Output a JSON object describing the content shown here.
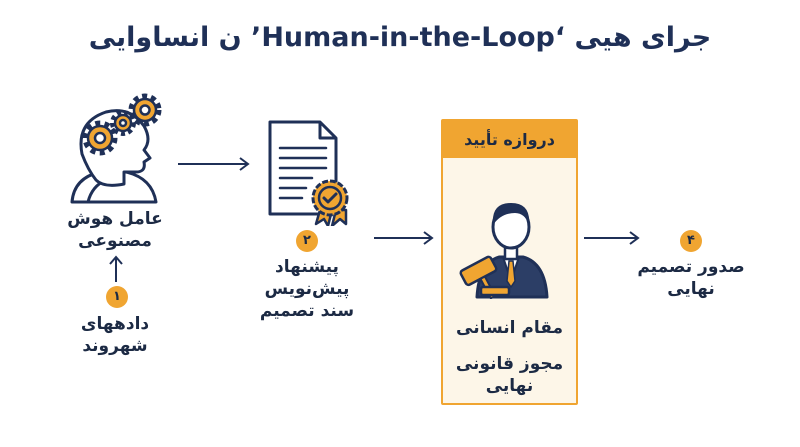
{
  "title": "جرای هیی ‘Human-in-the-Loop’ ن انساوایی",
  "nodes": {
    "ai_agent": {
      "label_line1": "عامل هوش",
      "label_line2": "مصنوعی"
    },
    "citizen_data": {
      "badge": "۱",
      "label_line1": "دادههای",
      "label_line2": "شهروند"
    },
    "draft": {
      "badge": "۲",
      "label_line1": "پیشنهاد پیش‌نویس",
      "label_line2": "سند تصمیم"
    },
    "gate": {
      "header": "دروازه تأیید",
      "label_authority": "مقام انسانی",
      "label_line1": "مجوز قانونی",
      "label_line2": "نهایی"
    },
    "final": {
      "badge": "۴",
      "label_line1": "صدور تصمیم",
      "label_line2": "نهایی"
    }
  },
  "colors": {
    "navy": "#1f3057",
    "accent": "#f0a531",
    "gate_fill": "#fdf6e8"
  },
  "icons": [
    "ai-head-gears-icon",
    "document-certificate-icon",
    "judge-gavel-icon"
  ]
}
